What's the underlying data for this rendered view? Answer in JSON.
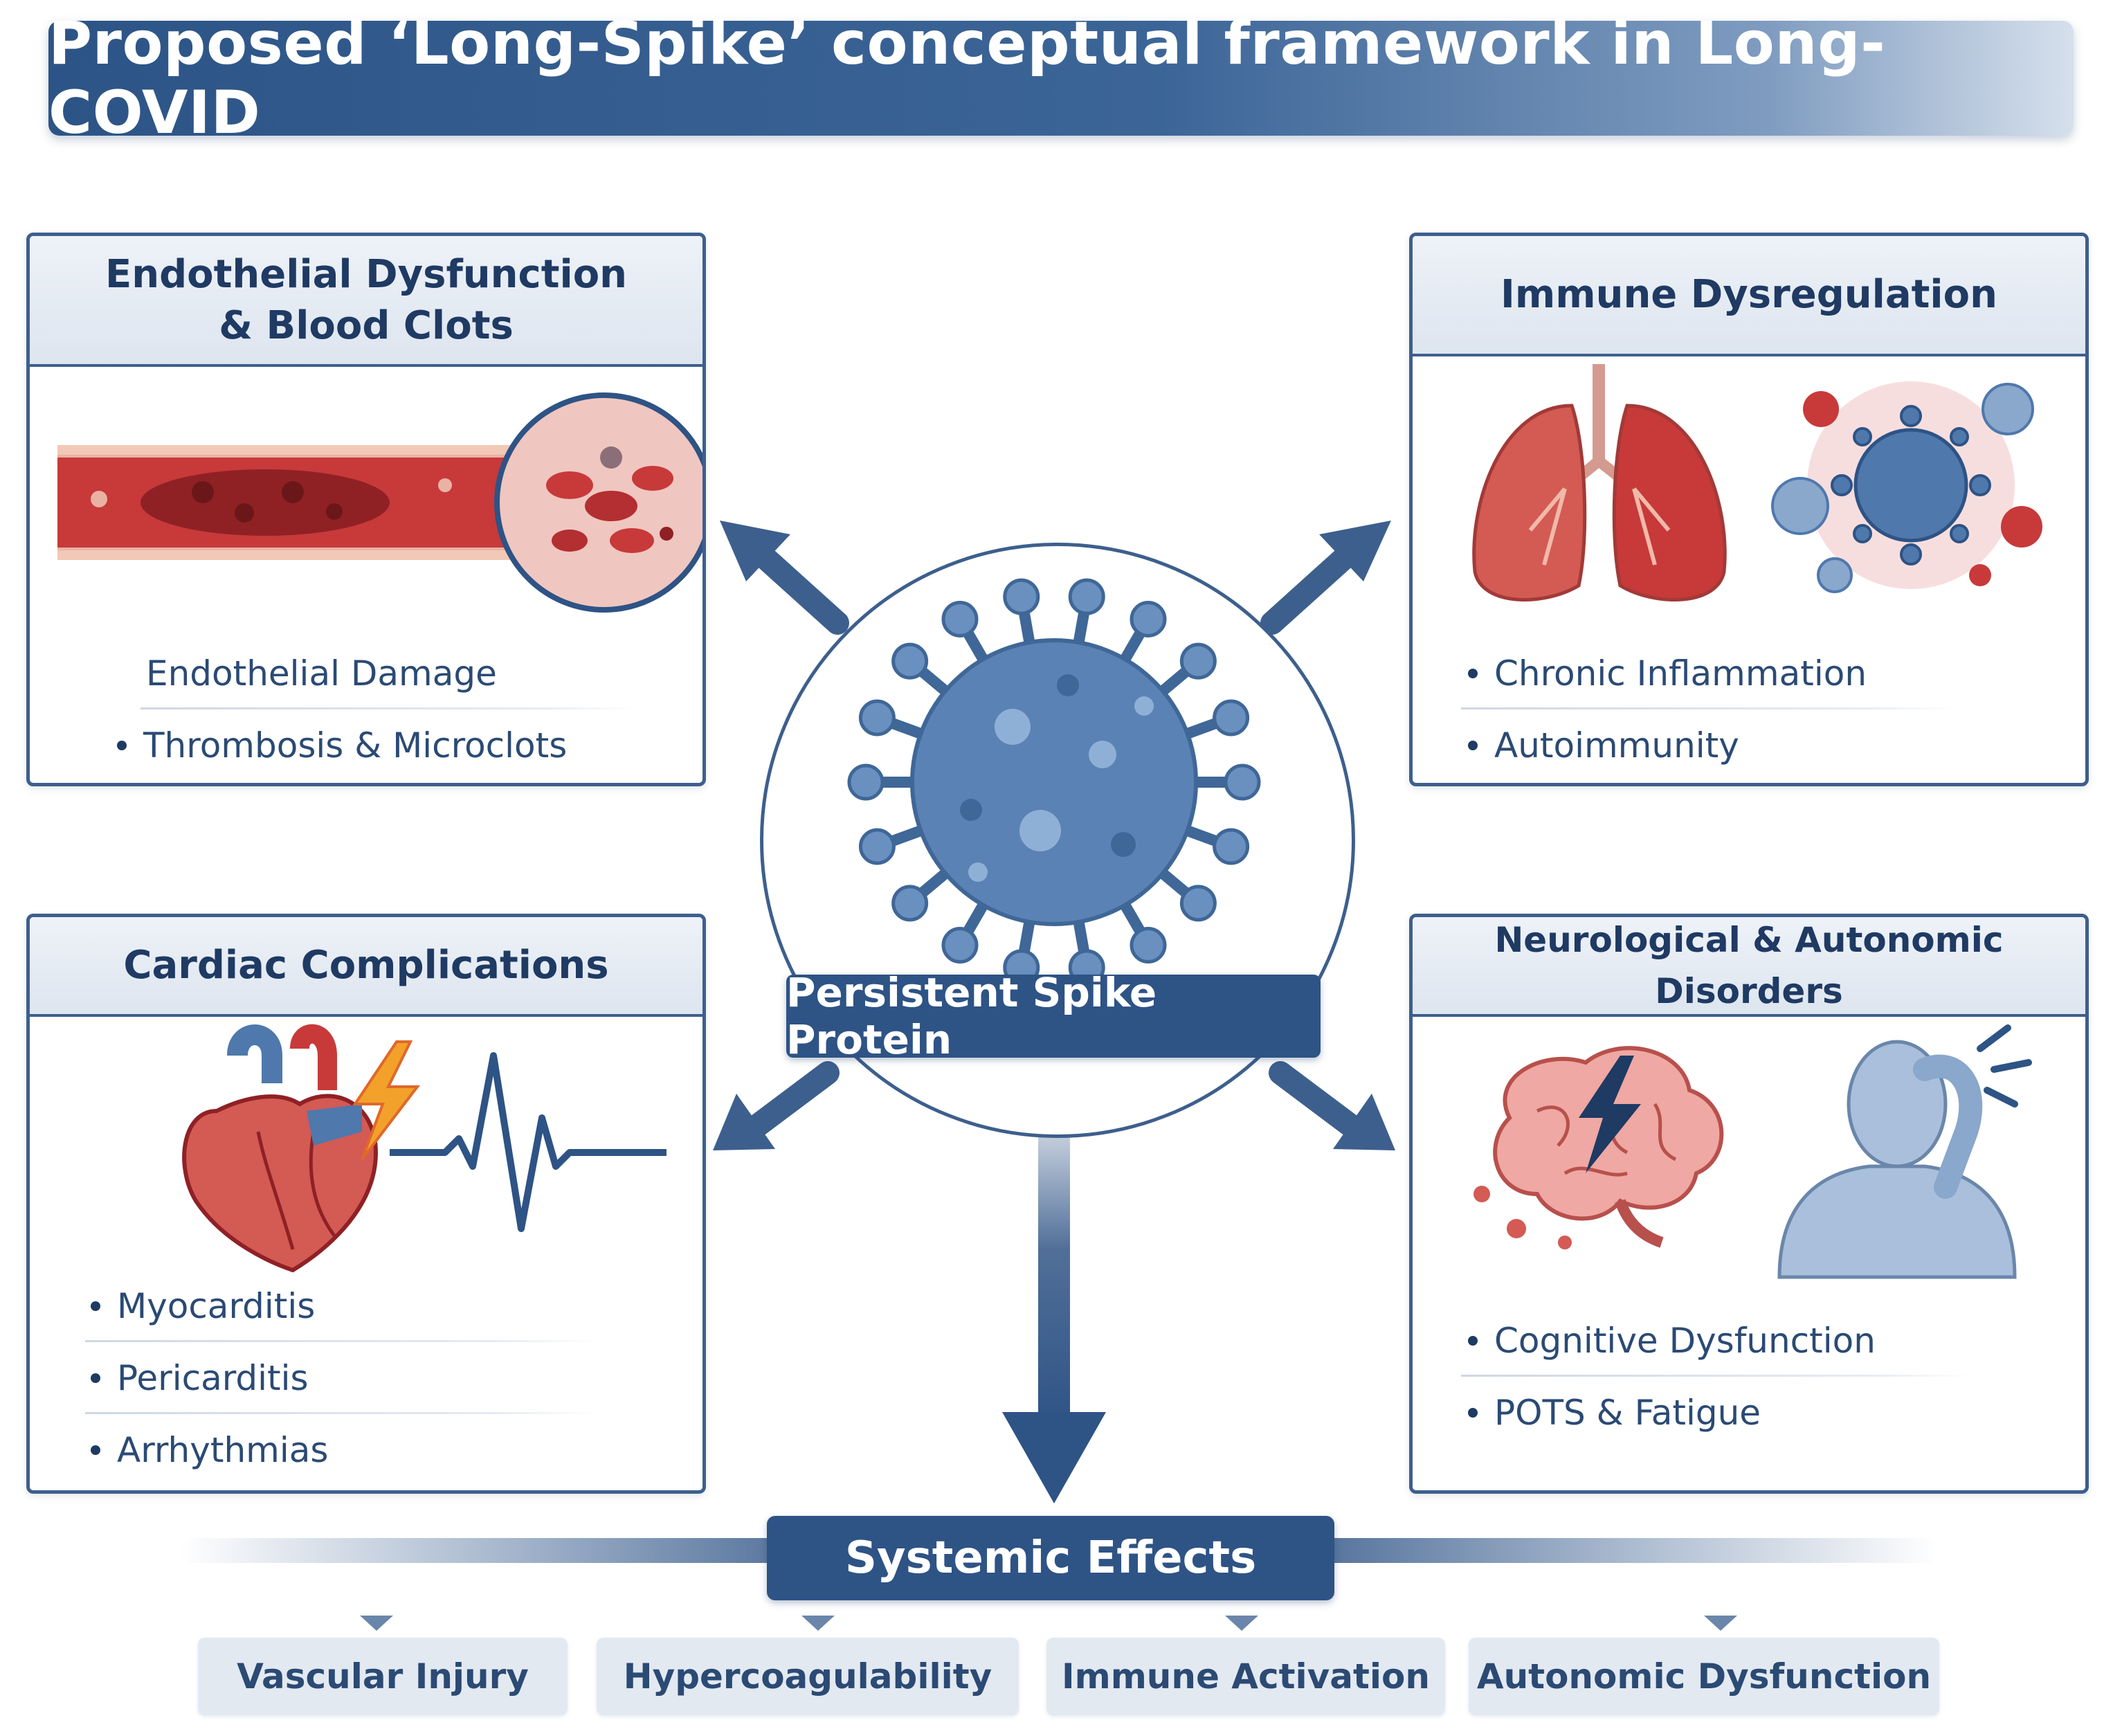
{
  "title": "Proposed ‘Long-Spike’ conceptual framework in Long-COVID",
  "center": {
    "label": "Persistent Spike Protein",
    "icon": "virus-icon"
  },
  "panels": {
    "endothelial": {
      "title_line1": "Endothelial Dysfunction",
      "title_line2": "& Blood Clots",
      "icon": "blood-vessel-clot-icon",
      "items": [
        "Endothelial Damage",
        "Thrombosis & Microclots"
      ]
    },
    "immune": {
      "title": "Immune Dysregulation",
      "icons": [
        "lungs-icon",
        "immune-cells-icon"
      ],
      "items": [
        "Chronic Inflammation",
        "Autoimmunity"
      ]
    },
    "cardiac": {
      "title": "Cardiac Complications",
      "icons": [
        "heart-icon",
        "lightning-icon",
        "ecg-icon"
      ],
      "items": [
        "Myocarditis",
        "Pericarditis",
        "Arrhythmias"
      ]
    },
    "neuro": {
      "title": "Neurological & Autonomic Disorders",
      "icons": [
        "brain-icon",
        "lightning-icon",
        "headache-person-icon"
      ],
      "items": [
        "Cognitive Dysfunction",
        "POTS & Fatigue"
      ]
    }
  },
  "systemic": {
    "label": "Systemic Effects",
    "effects": [
      "Vascular Injury",
      "Hypercoagulability",
      "Immune Activation",
      "Autonomic Dysfunction"
    ]
  },
  "colors": {
    "navy": "#2e5385",
    "border": "#3d5f8d",
    "virus": "#5b82b4",
    "blood_red": "#c8393a"
  }
}
